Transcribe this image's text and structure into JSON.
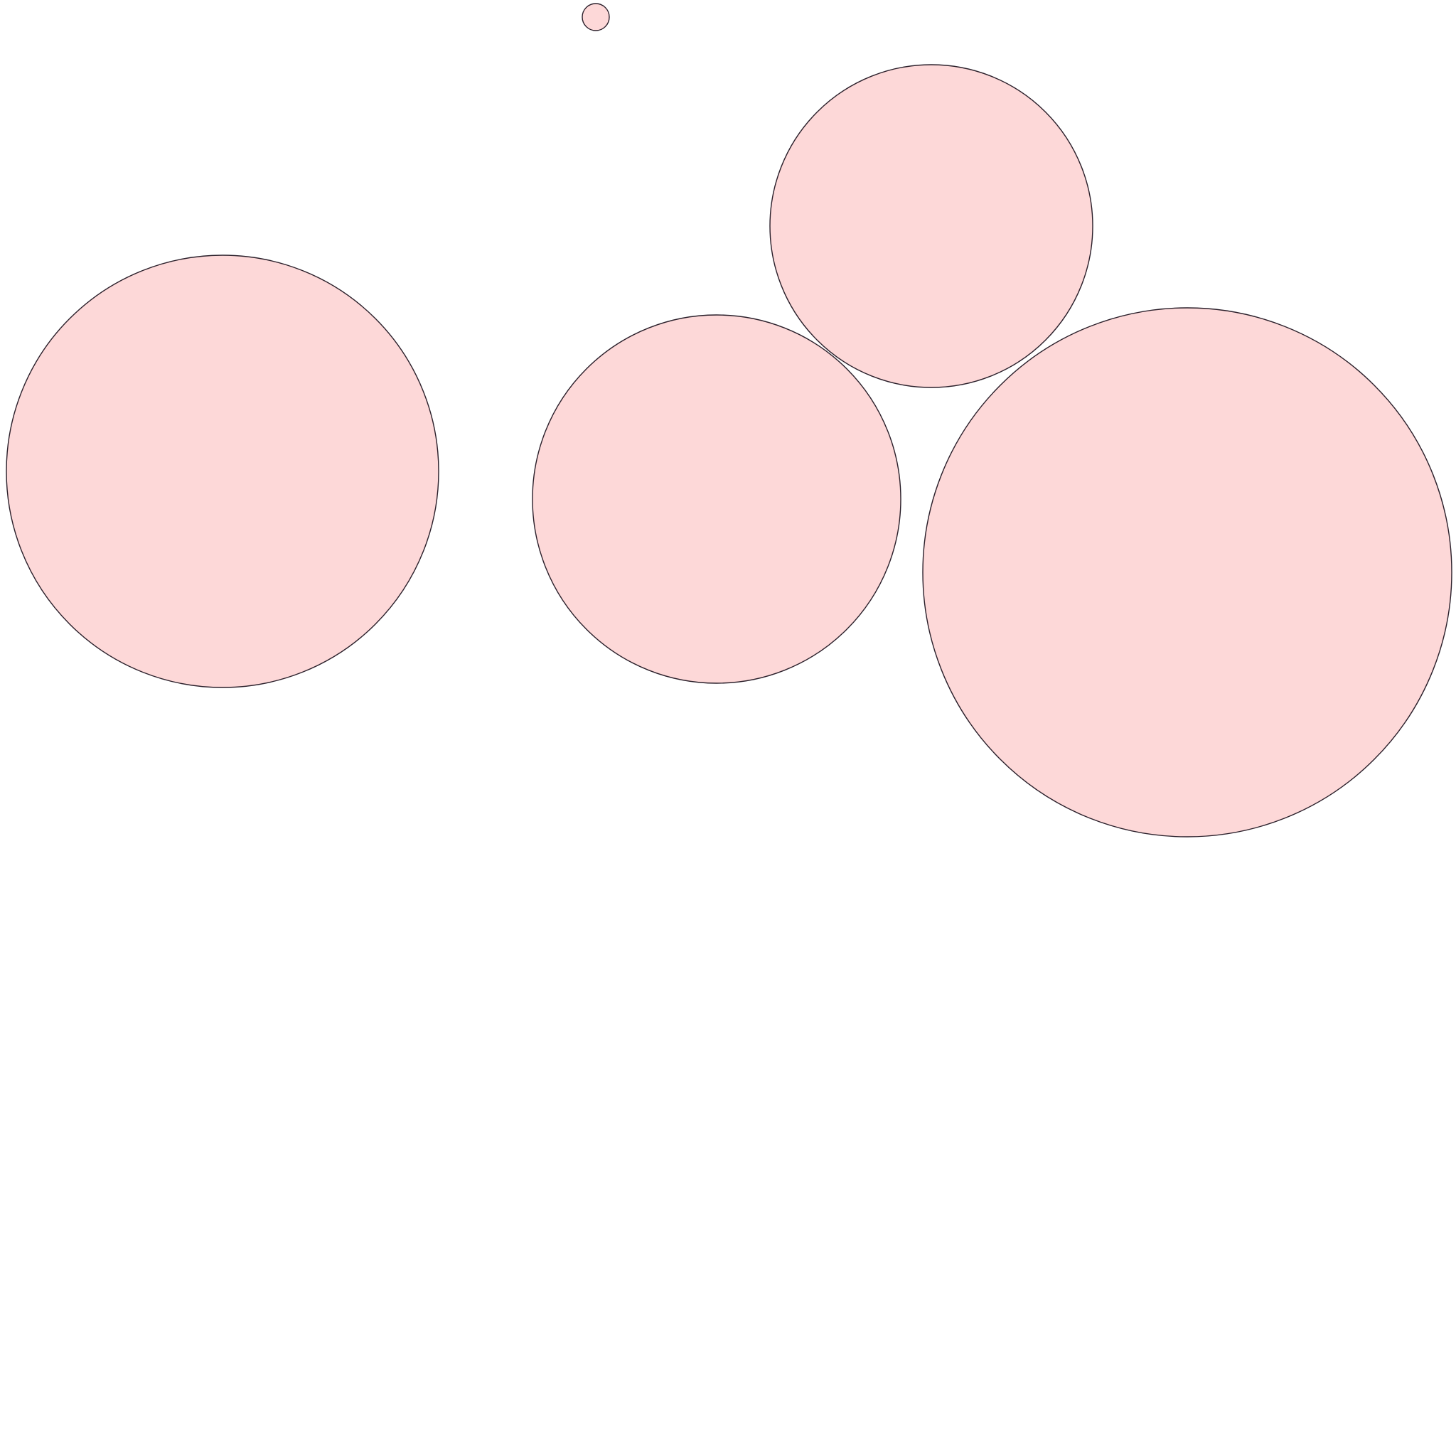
{
  "colors": {
    "background": "#ffffff",
    "bubble_fill": "#fdd8d8",
    "bubble_stroke": "#2a1f2a"
  },
  "shapes": [
    {
      "kind": "circle",
      "name": "bubble-small",
      "size_rank": 5
    },
    {
      "kind": "circle",
      "name": "bubble-top-right",
      "size_rank": 4
    },
    {
      "kind": "circle",
      "name": "bubble-left",
      "size_rank": 2
    },
    {
      "kind": "circle",
      "name": "bubble-middle",
      "size_rank": 3
    },
    {
      "kind": "circle",
      "name": "bubble-large-right",
      "size_rank": 1
    }
  ]
}
